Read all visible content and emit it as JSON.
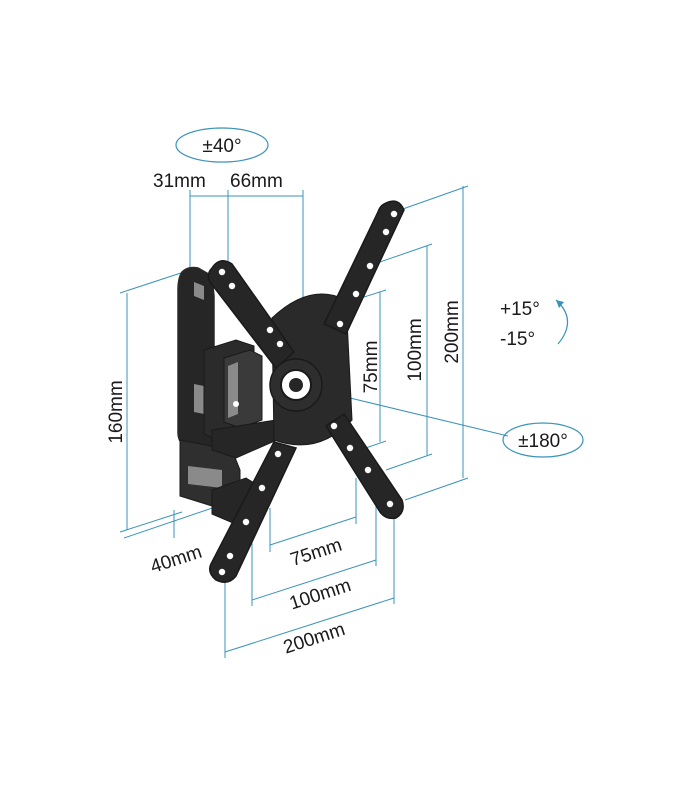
{
  "labels": {
    "tilt": "±40°",
    "offset_31": "31mm",
    "offset_66": "66mm",
    "swivel_up": "+15°",
    "swivel_down": "-15°",
    "rotation": "±180°",
    "height_160": "160mm",
    "vesa_v75": "75mm",
    "vesa_v100": "100mm",
    "vesa_v200": "200mm",
    "depth_40": "40mm",
    "vesa_h75": "75mm",
    "vesa_h100": "100mm",
    "vesa_h200": "200mm"
  },
  "colors": {
    "dimension_line": "#3a93b8",
    "part_fill": "#262626",
    "part_detail": "#8a8a8a"
  }
}
